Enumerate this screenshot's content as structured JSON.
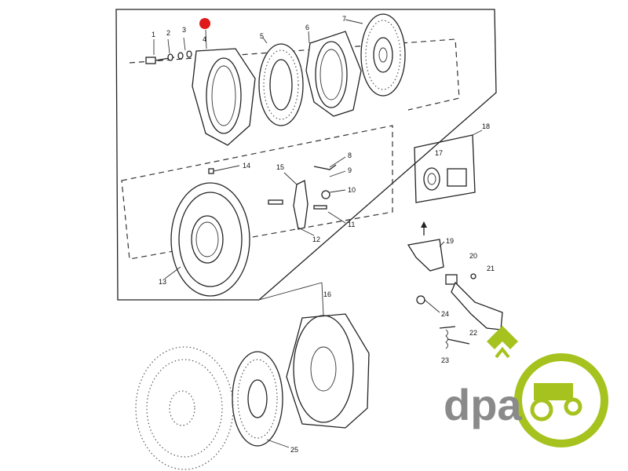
{
  "callouts": [
    {
      "id": "c1",
      "text": "1"
    },
    {
      "id": "c2",
      "text": "2"
    },
    {
      "id": "c3",
      "text": "3"
    },
    {
      "id": "c4",
      "text": "4"
    },
    {
      "id": "c5",
      "text": "5"
    },
    {
      "id": "c6",
      "text": "6"
    },
    {
      "id": "c7",
      "text": "7"
    },
    {
      "id": "c8",
      "text": "8"
    },
    {
      "id": "c9",
      "text": "9"
    },
    {
      "id": "c10",
      "text": "10"
    },
    {
      "id": "c11",
      "text": "11"
    },
    {
      "id": "c12",
      "text": "12"
    },
    {
      "id": "c13",
      "text": "13"
    },
    {
      "id": "c14",
      "text": "14"
    },
    {
      "id": "c15",
      "text": "15"
    },
    {
      "id": "c16",
      "text": "16"
    },
    {
      "id": "c17",
      "text": "17"
    },
    {
      "id": "c18",
      "text": "18"
    },
    {
      "id": "c19",
      "text": "19"
    },
    {
      "id": "c20",
      "text": "20"
    },
    {
      "id": "c21",
      "text": "21"
    },
    {
      "id": "c22",
      "text": "22"
    },
    {
      "id": "c23",
      "text": "23"
    },
    {
      "id": "c24",
      "text": "24"
    },
    {
      "id": "c25",
      "text": "25"
    }
  ],
  "logo": {
    "text": "dpa",
    "colors": {
      "text": "#8a8a8a",
      "accent": "#a6c21e",
      "marker": "#e0191b"
    }
  }
}
